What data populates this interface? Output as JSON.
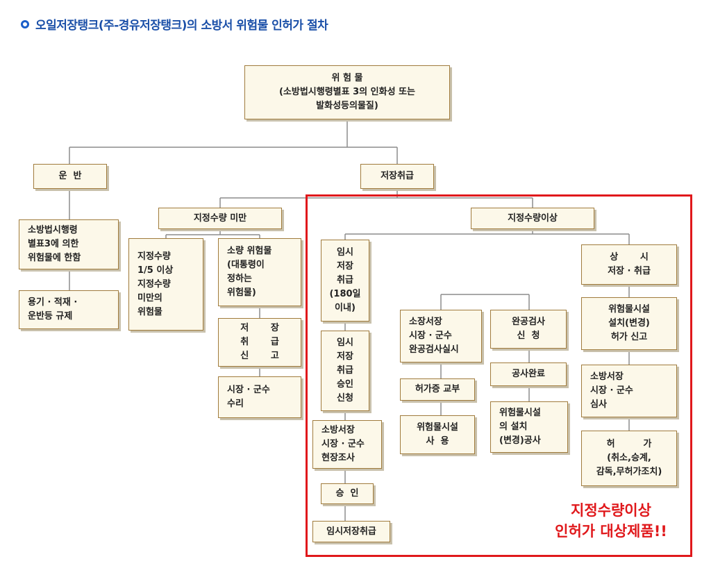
{
  "title": "오일저장탱크(주-경유저장탱크)의 소방서 위험물 인허가 절차",
  "nodes": {
    "root": "위 험 물\n(소방법시행령별표 3의 인화성 또는\n발화성등의물질)",
    "transport": "운  반",
    "storage": "저장취급",
    "transport_scope": "소방법시행령\n별표3에 의한\n위험물에 한함",
    "transport_rules": "용기 · 적재 ·\n운반등 규제",
    "below_qty": "지정수량 미만",
    "below_fifth": "지정수량\n1/5 이상\n지정수량\n미만의\n위험물",
    "small_hazard": "소량 위험물\n(대통령이\n정하는\n위험물)",
    "storage_report": "저       장\n취       급\n신       고",
    "mayor_accept": "시장 · 군수\n수리",
    "above_qty": "지정수량이상",
    "temp_storage": "임시\n저장\n취급\n(180일\n이내)",
    "temp_approval_request": "임시\n저장\n취급\n승인\n신청",
    "temp_site_inspection": "소방서장\n시장 · 군수\n현장조사",
    "approval": "승  인",
    "temp_storage_final": "임시저장취급",
    "regular": "상       시\n저장 · 취급",
    "facility_permit_report": "위험물시설\n설치(변경)\n허가 신고",
    "review": "소방서장\n시장 · 군수\n심사",
    "permit": "허         가\n(취소,승계,\n감독,무허가조치)",
    "facility_work": "위험물시설\n의 설치\n(변경)공사",
    "construction_done": "공사완료",
    "completion_request": "완공검사\n신  청",
    "completion_inspection": "소장서장\n시장 · 군수\n완공검사실시",
    "permit_issue": "허가증 교부",
    "facility_use": "위험물시설\n사  용"
  },
  "note": "지정수량이상\n인허가 대상제품!!",
  "colors": {
    "title": "#1a4fa8",
    "node_bg": "#fcf8e9",
    "node_border": "#a07b3c",
    "line": "#8c8c8c",
    "highlight": "#e0181b"
  }
}
